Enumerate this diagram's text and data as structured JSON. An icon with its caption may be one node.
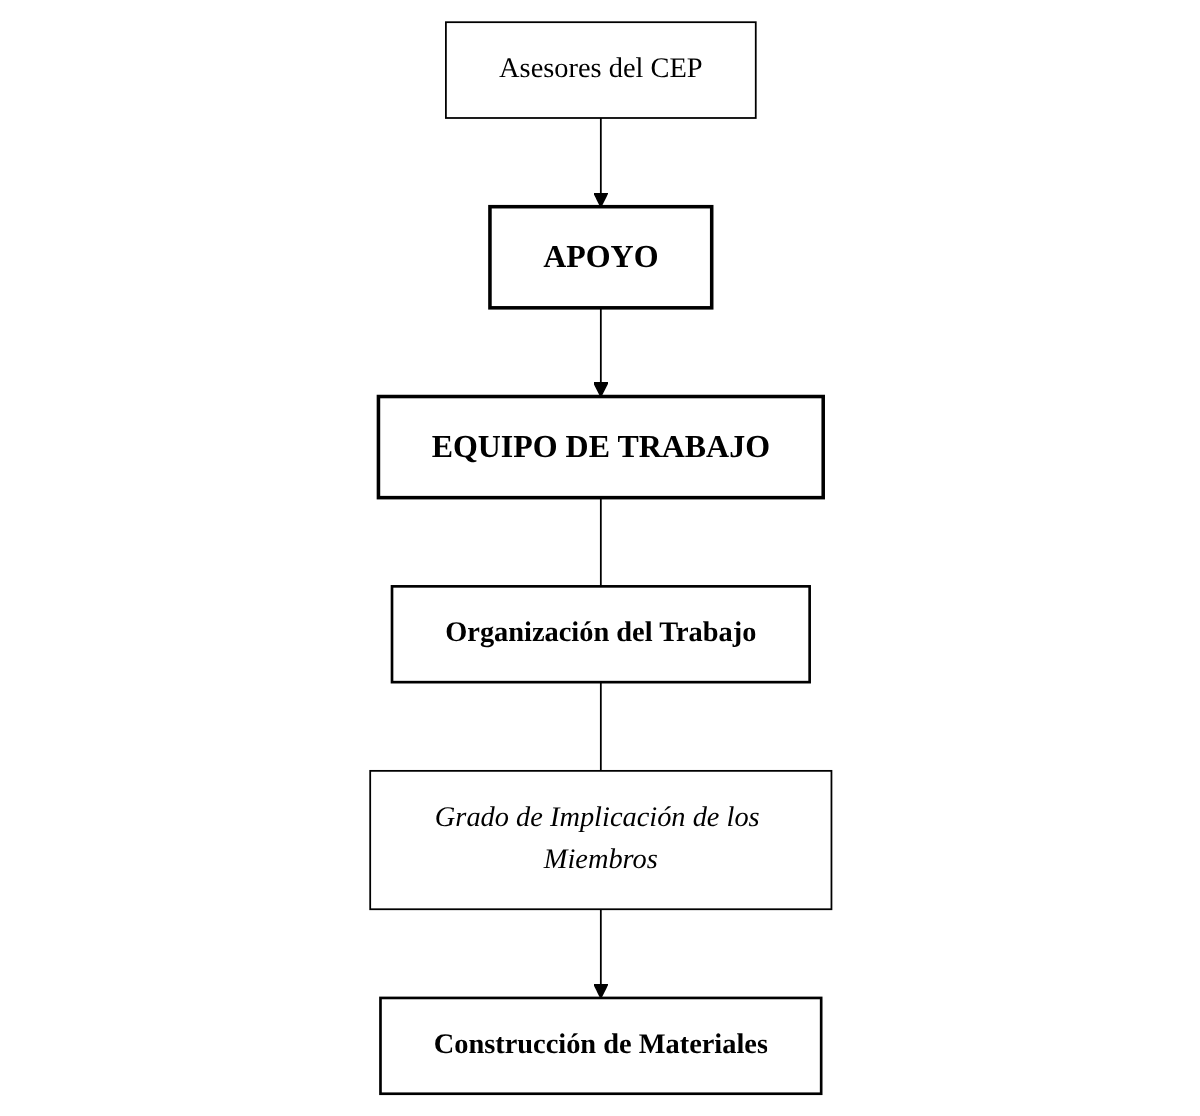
{
  "diagram": {
    "nodes": [
      {
        "text": [
          "EQUIPO DE TRABAJO"
        ]
      },
      {
        "text": [
          "APOYO"
        ]
      },
      {
        "text": [
          "Asesores del CEP"
        ]
      },
      {
        "text": [
          "Organización del Trabajo"
        ]
      },
      {
        "text": [
          "Grado de Implicación de los Miembros"
        ]
      },
      {
        "text": [
          "Construcción de Materiales"
        ]
      }
    ],
    "edges": [
      {
        "from": 2,
        "to": 1,
        "arrow": "to"
      },
      {
        "from": 1,
        "to": 0,
        "arrow": "to"
      },
      {
        "from": 0,
        "to": 3,
        "arrow": "none"
      },
      {
        "from": 3,
        "to": 4,
        "arrow": "none"
      },
      {
        "from": 4,
        "to": 5,
        "arrow": "to"
      }
    ]
  }
}
